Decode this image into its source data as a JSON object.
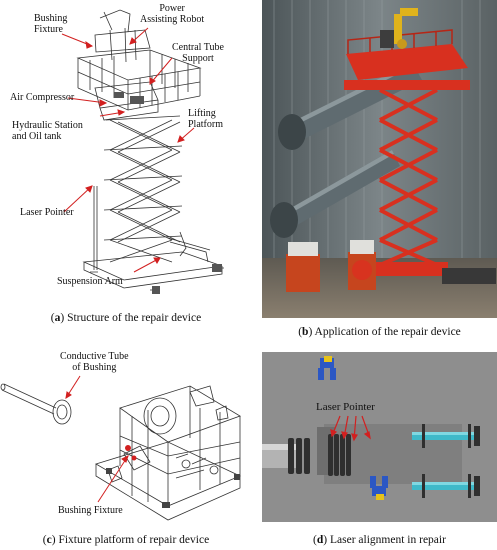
{
  "panel_a": {
    "caption_letter": "a",
    "caption_text": "Structure of the repair device",
    "labels": {
      "bushing_fixture": "Bushing\nFixture",
      "power_robot": "Power\nAssisting Robot",
      "central_tube": "Central Tube\nSupport",
      "air_compressor": "Air Compressor",
      "hydraulic": "Hydraulic Station\nand Oil tank",
      "lifting": "Lifting\nPlatform",
      "laser": "Laser Pointer",
      "suspension": "Suspension Arm"
    }
  },
  "panel_b": {
    "caption_letter": "b",
    "caption_text": "Application of the repair device"
  },
  "panel_c": {
    "caption_letter": "c",
    "caption_text": "Fixture platform of repair device",
    "labels": {
      "conductive": "Conductive Tube\nof Bushing",
      "bushing_fixture": "Bushing Fixture"
    }
  },
  "panel_d": {
    "caption_letter": "d",
    "caption_text": "Laser alignment in repair",
    "labels": {
      "laser": "Laser Pointer"
    }
  },
  "colors": {
    "label_arrow": "#d22020",
    "scissor_red": "#d8301f",
    "photo_wall": "#6f777a",
    "sim_bg": "#8e8e8e",
    "sim_tube": "#3fb9c9"
  }
}
